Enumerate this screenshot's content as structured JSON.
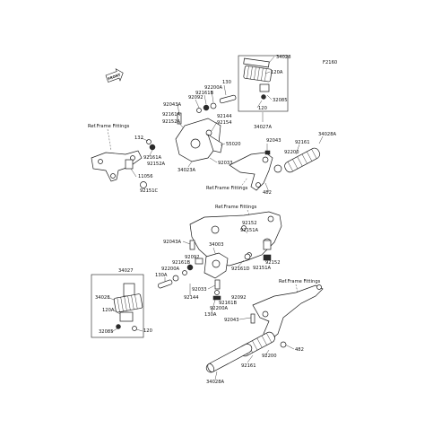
{
  "diagram_code": "F2160",
  "front_icon": "FRONT",
  "callouts": {
    "c34028_top": "34028",
    "c120A_top": "120A",
    "c32085_top": "32085",
    "c120_top": "120",
    "c34027A": "34027A",
    "c130_top": "130",
    "c92200A_top": "92200A",
    "c92161B_top": "92161B",
    "c92092_top": "92092",
    "c92043A_top": "92043A",
    "c92161A_upper": "92161A",
    "c92152A_upper": "92152A",
    "c92144_top": "92144",
    "c92154": "92154",
    "c55020": "55020",
    "c132": "132",
    "c92161A_left": "92161A",
    "c92152A_left": "92152A",
    "c11056": "11056",
    "c92151C": "92151C",
    "c92033_top": "92033",
    "c34023A": "34023A",
    "c92043": "92043",
    "c92161_right": "92161",
    "c34028A_top": "34028A",
    "c92200_right": "92200",
    "c482_top": "482",
    "c92043A_mid": "92043A",
    "c34003": "34003",
    "c92152_a": "92152",
    "c92151A_mid": "92151A",
    "c92151A_b": "92151A",
    "c92152_b": "92152",
    "c92161D": "92161D",
    "c92092_mid": "92092",
    "c92161B_mid": "92161B",
    "c92200A_mid": "92200A",
    "c130A_mid": "130A",
    "c92144_mid": "92144",
    "c34027": "34027",
    "c34028_bot": "34028",
    "c120A_bot": "120A",
    "c32085_bot": "32085",
    "c120_bot": "120",
    "c92033_bot": "92033",
    "c92092_bot": "92092",
    "c92161B_bot": "92161B",
    "c92200A_bot": "92200A",
    "c130A_bot": "130A",
    "c92043_bot": "92043",
    "c482_bot": "482",
    "c92200_bot": "92200",
    "c92161_bot": "92161",
    "c34028A_bot": "34028A"
  },
  "refs": {
    "ref_left": "Ref.Frame Fittings",
    "ref_center_upper": "Ref.Frame Fittings",
    "ref_center_mid": "Ref.Frame Fittings",
    "ref_right_lower": "Ref.Frame Fittings"
  }
}
